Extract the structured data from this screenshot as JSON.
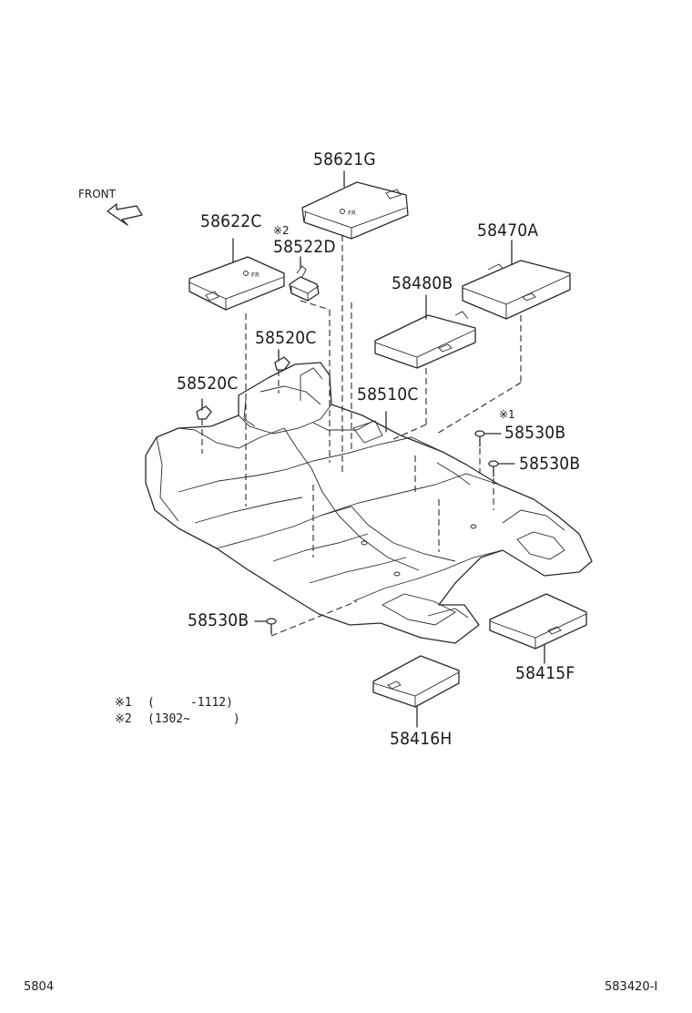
{
  "diagram": {
    "direction_label": "FRONT",
    "parts": [
      {
        "id": "p1",
        "number": "58621G"
      },
      {
        "id": "p2",
        "number": "58622C"
      },
      {
        "id": "p3",
        "number": "58522D",
        "marker": "※2"
      },
      {
        "id": "p4",
        "number": "58470A"
      },
      {
        "id": "p5",
        "number": "58480B"
      },
      {
        "id": "p6",
        "number": "58520C"
      },
      {
        "id": "p7",
        "number": "58520C"
      },
      {
        "id": "p8",
        "number": "58510C"
      },
      {
        "id": "p9",
        "number": "58530B",
        "marker": "※1"
      },
      {
        "id": "p10",
        "number": "58530B"
      },
      {
        "id": "p11",
        "number": "58530B"
      },
      {
        "id": "p12",
        "number": "58415F"
      },
      {
        "id": "p13",
        "number": "58416H"
      }
    ],
    "notes": [
      {
        "marker": "※1",
        "range": "(     -1112)"
      },
      {
        "marker": "※2",
        "range": "(1302~      )"
      }
    ]
  },
  "footer": {
    "left_code": "5804",
    "right_code": "583420-I"
  }
}
